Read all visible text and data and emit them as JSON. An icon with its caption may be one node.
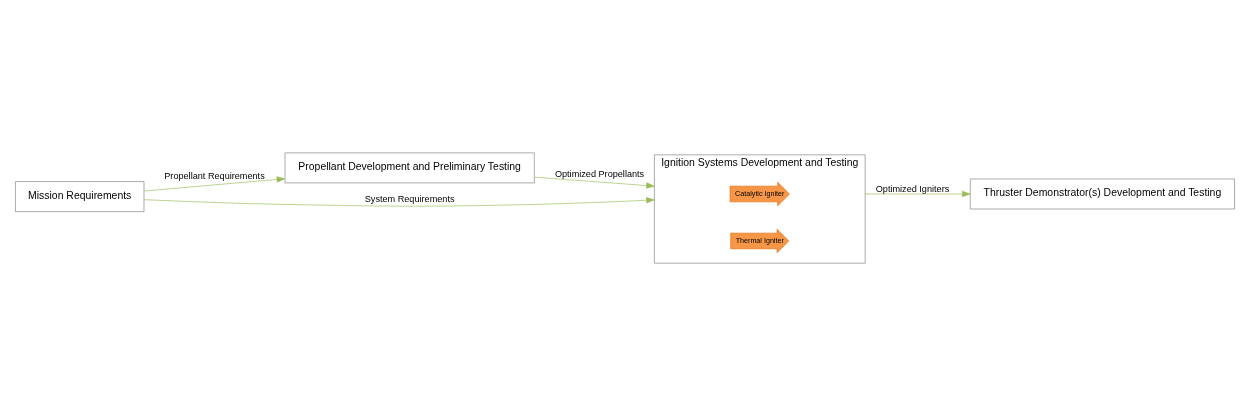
{
  "diagram": {
    "nodes": [
      {
        "text": [
          "Mission Requirements"
        ]
      },
      {
        "text": [
          "Propellant Development and Preliminary Testing"
        ]
      },
      {
        "text": [
          "Ignition Systems Development and Testing"
        ]
      },
      {
        "text": [
          "Catalytic Igniter"
        ],
        "in": 2
      },
      {
        "text": [
          "Thermal Igniter"
        ],
        "in": 2
      },
      {
        "text": [
          "Thruster Demonstrator(s) Development and Testing"
        ]
      }
    ],
    "edges": [
      {
        "from": 0,
        "to": 2,
        "arrow": "to",
        "label": "System Requirements"
      },
      {
        "from": 0,
        "to": 1,
        "arrow": "to",
        "label": "Propellant Requirements"
      },
      {
        "from": 1,
        "to": 2,
        "arrow": "to",
        "label": "Optimized Propellants"
      },
      {
        "from": 2,
        "to": 5,
        "arrow": "to",
        "label": "Optimized Igniters"
      }
    ]
  }
}
